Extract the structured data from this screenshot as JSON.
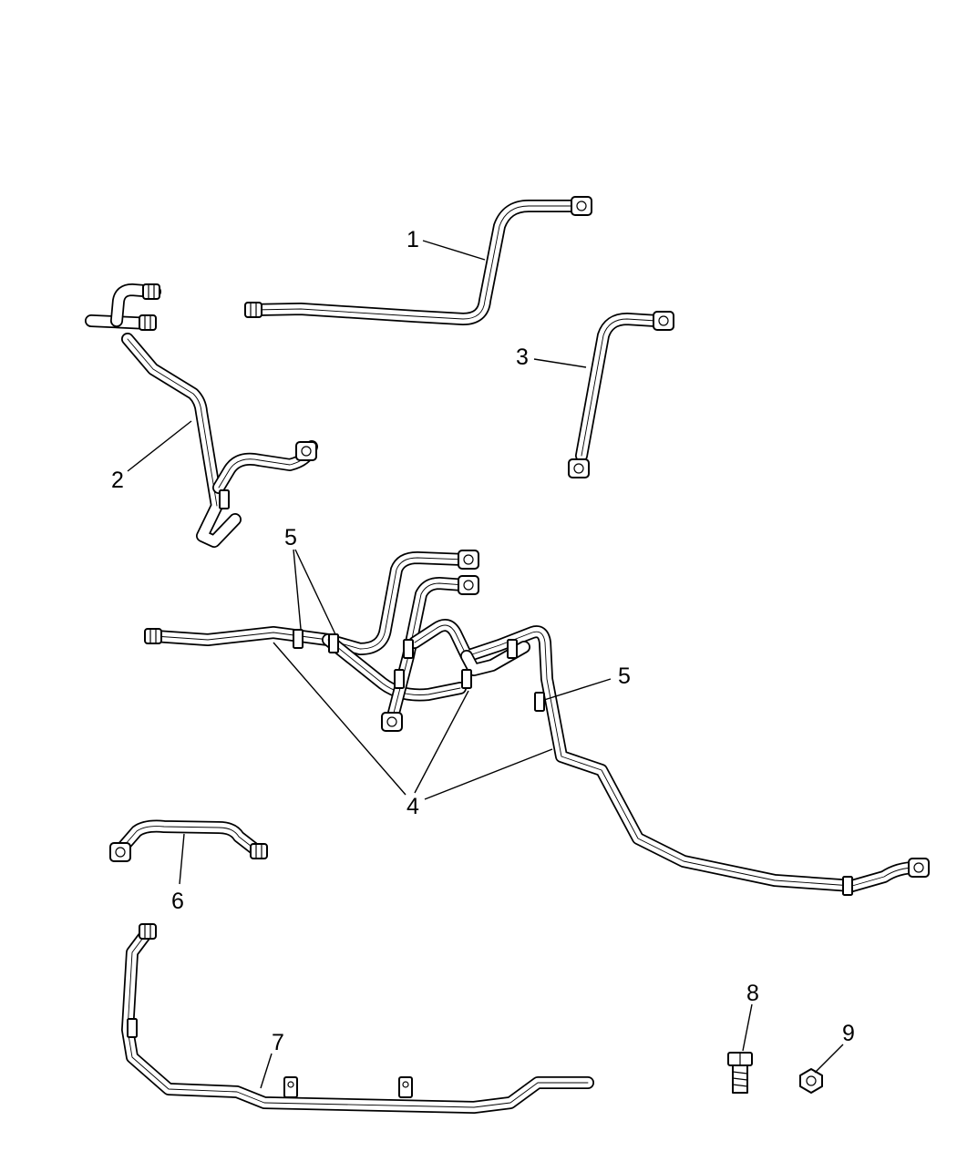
{
  "callouts": [
    "1",
    "2",
    "3",
    "4",
    "5",
    "5",
    "6",
    "7",
    "8",
    "9"
  ],
  "parts": [
    {
      "ref": "1",
      "icon": "heater-hose-icon"
    },
    {
      "ref": "2",
      "icon": "heater-hose-icon"
    },
    {
      "ref": "3",
      "icon": "heater-hose-icon"
    },
    {
      "ref": "4",
      "icon": "heater-hose-assembly-icon"
    },
    {
      "ref": "5",
      "icon": "hose-clamp-icon"
    },
    {
      "ref": "6",
      "icon": "heater-hose-icon"
    },
    {
      "ref": "7",
      "icon": "coolant-tube-icon"
    },
    {
      "ref": "8",
      "icon": "bolt-icon"
    },
    {
      "ref": "9",
      "icon": "nut-icon"
    }
  ]
}
